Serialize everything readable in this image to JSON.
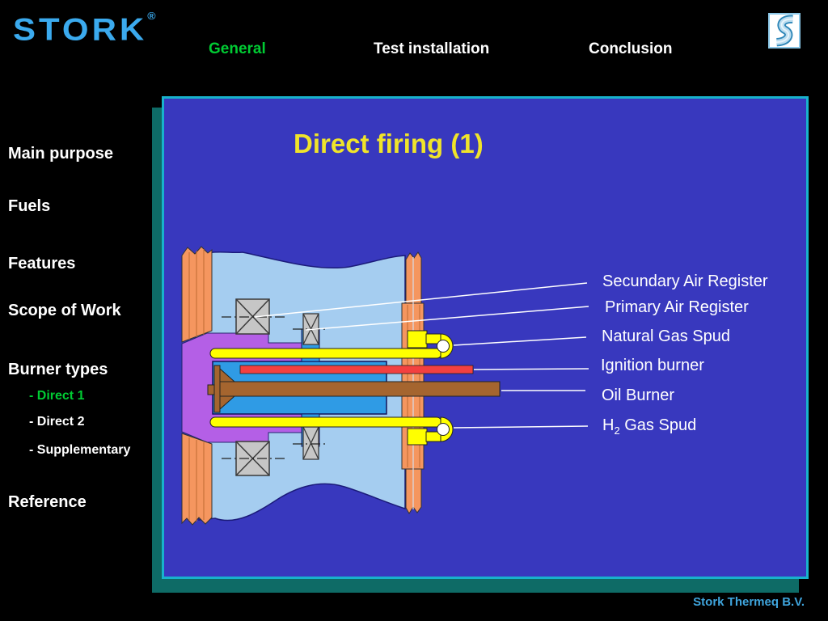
{
  "header": {
    "wordmark": "STORK",
    "registered_mark": "®",
    "nav": [
      {
        "label": "General",
        "active": true
      },
      {
        "label": "Test installation",
        "active": false
      },
      {
        "label": "Conclusion",
        "active": false
      }
    ]
  },
  "sidebar": {
    "items": [
      {
        "label": "Main purpose"
      },
      {
        "label": "Fuels"
      },
      {
        "label": "Features"
      },
      {
        "label": "Scope of Work"
      },
      {
        "label": "Burner types"
      },
      {
        "label": "Reference"
      }
    ],
    "burner_subitems": [
      {
        "label": "- Direct 1",
        "active": true
      },
      {
        "label": "- Direct 2",
        "active": false
      },
      {
        "label": "- Supplementary",
        "active": false
      }
    ]
  },
  "slide": {
    "title": "Direct firing (1)",
    "callouts": {
      "secondary_air_register": "Secundary Air Register",
      "primary_air_register": "Primary Air Register",
      "natural_gas_spud": "Natural Gas Spud",
      "ignition_burner": "Ignition burner",
      "oil_burner": "Oil Burner",
      "h2_gas_spud_prefix": "H",
      "h2_gas_spud_sub": "2",
      "h2_gas_spud_rest": " Gas Spud"
    }
  },
  "footer": {
    "company": "Stork Thermeq B.V."
  },
  "colors": {
    "nav_active_green": "#00CC33",
    "stork_blue": "#3BAAEE",
    "slide_background": "#3838BE",
    "slide_border_cyan": "#18B2CC",
    "slide_shadow_teal": "#0E6B66",
    "title_yellow": "#F0E42A",
    "windbox_light_blue": "#A5CDF0",
    "throat_blue": "#2F9BE5",
    "wall_orange": "#F5965F",
    "housing_purple": "#B45FE6",
    "spud_yellow": "#FFFF00",
    "ignition_red": "#F34040",
    "oil_brown": "#A5652F",
    "damper_gray": "#C6C6C6",
    "footer_blue": "#3FA5DD"
  }
}
